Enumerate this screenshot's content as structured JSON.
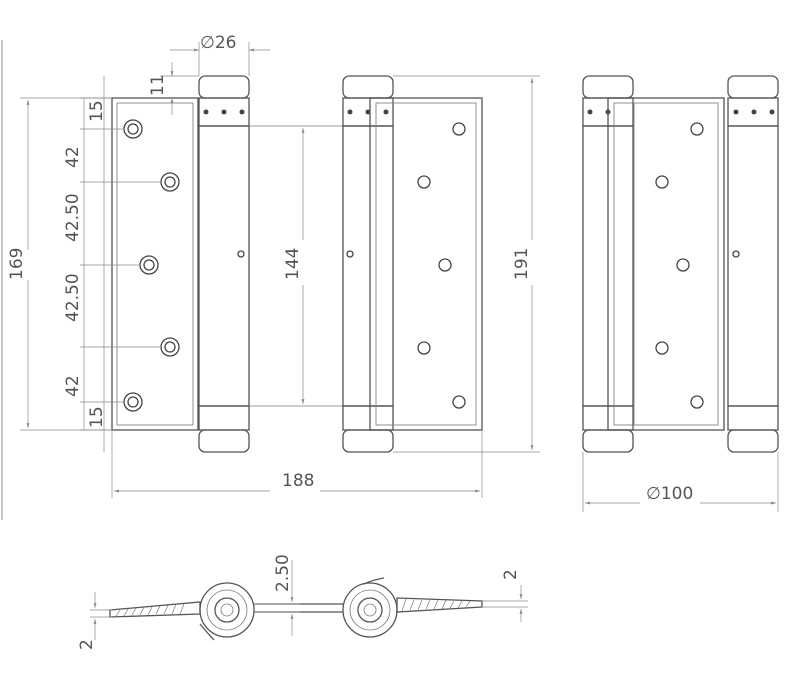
{
  "dimensions": {
    "pin_diameter": "26",
    "top_offset": "11",
    "top_hole_margin": "15",
    "hole_spacing_a": "42",
    "hole_spacing_b": "42.50",
    "hole_spacing_c": "42.50",
    "hole_spacing_d": "42",
    "bottom_hole_margin": "15",
    "overall_leaf_height": "169",
    "spring_barrel_height": "144",
    "overall_height": "191",
    "overall_width": "188",
    "closed_diameter": "100",
    "diameter_symbol": "∅",
    "knuckle_gap": "2.50",
    "leaf_thickness_right": "2",
    "leaf_thickness_left": "2"
  },
  "colors": {
    "line": "#555555",
    "dimension": "#8a8a8a",
    "background": "#ffffff"
  }
}
